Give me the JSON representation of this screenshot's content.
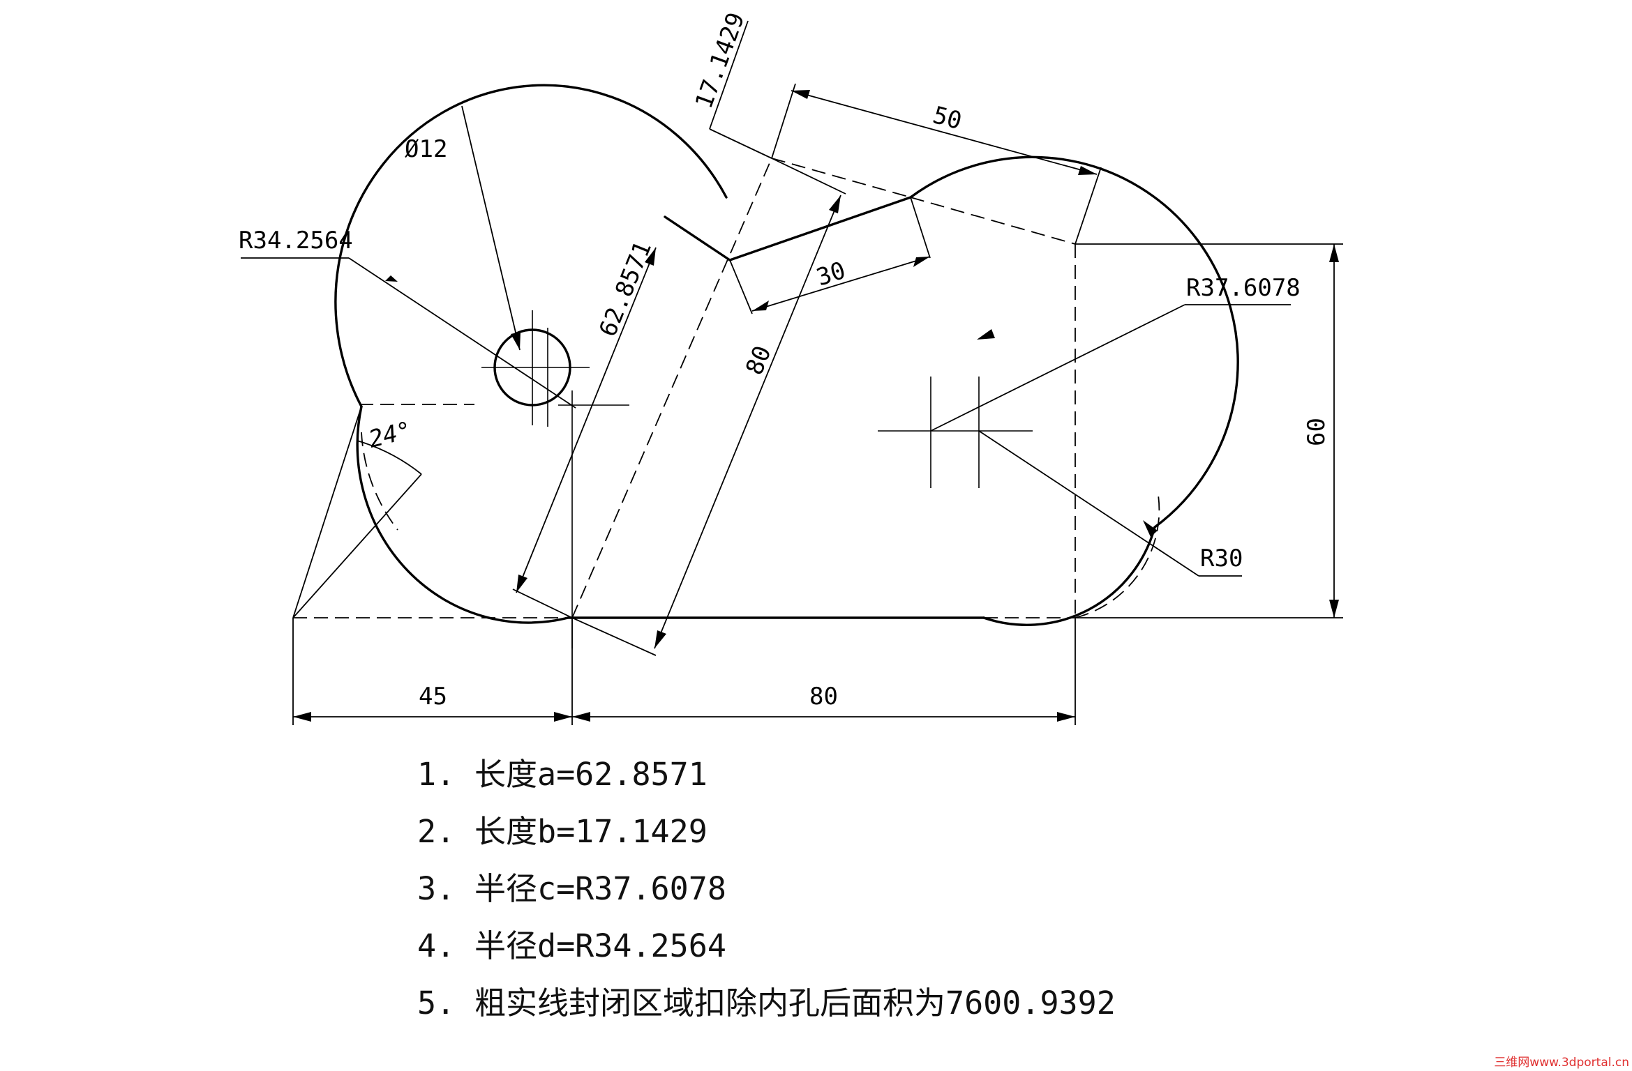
{
  "dimensions": {
    "diameter": "Ø12",
    "r_large_left": "R34.2564",
    "r_right": "R37.6078",
    "r_bottom_right": "R30",
    "angle": "24°",
    "len_a": "62.8571",
    "len_b": "17.1429",
    "top_width": "50",
    "slot_depth": "30",
    "slant_len": "80",
    "height": "60",
    "bottom_left": "45",
    "bottom_right": "80"
  },
  "notes": [
    {
      "num": "1.",
      "text": "长度a=62.8571"
    },
    {
      "num": "2.",
      "text": "长度b=17.1429"
    },
    {
      "num": "3.",
      "text": "半径c=R37.6078"
    },
    {
      "num": "4.",
      "text": "半径d=R34.2564"
    },
    {
      "num": "5.",
      "text": "粗实线封闭区域扣除内孔后面积为7600.9392"
    }
  ],
  "watermark": "三维网www.3dportal.cn"
}
